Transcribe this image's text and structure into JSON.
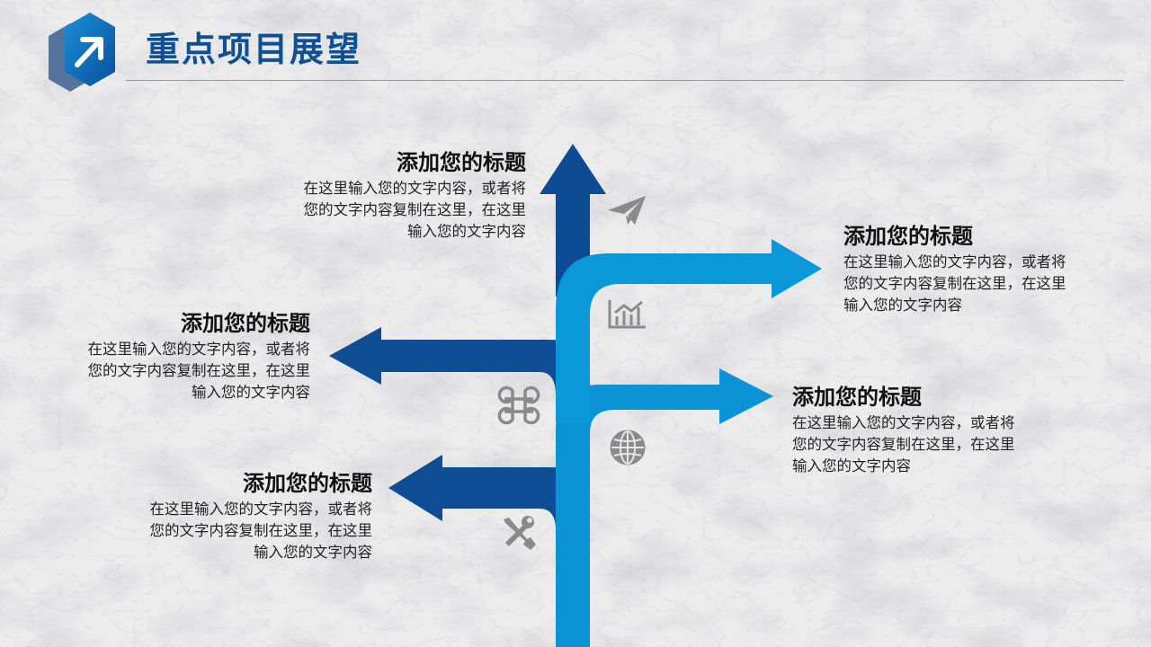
{
  "header": {
    "title": "重点项目展望",
    "badge_icon": "arrow-up-right-icon"
  },
  "colors": {
    "dark_blue": "#114e96",
    "light_blue": "#0a97d6",
    "title_blue": "#0f4f93",
    "icon_gray": "#8a8a8a"
  },
  "items": [
    {
      "title": "添加您的标题",
      "desc_lines": [
        "在这里输入您的文字内容，或者将",
        "您的文字内容复制在这里，在这里",
        "输入您的文字内容"
      ],
      "icon": "paper-plane-icon",
      "branch_color": "dark-blue",
      "direction": "up"
    },
    {
      "title": "添加您的标题",
      "desc_lines": [
        "在这里输入您的文字内容，或者将",
        "您的文字内容复制在这里，在这里",
        "输入您的文字内容"
      ],
      "icon": "bar-chart-icon",
      "branch_color": "light-blue",
      "direction": "right"
    },
    {
      "title": "添加您的标题",
      "desc_lines": [
        "在这里输入您的文字内容，或者将",
        "您的文字内容复制在这里，在这里",
        "输入您的文字内容"
      ],
      "icon": "command-icon",
      "branch_color": "dark-blue",
      "direction": "left"
    },
    {
      "title": "添加您的标题",
      "desc_lines": [
        "在这里输入您的文字内容，或者将",
        "您的文字内容复制在这里，在这里",
        "输入您的文字内容"
      ],
      "icon": "globe-icon",
      "branch_color": "light-blue",
      "direction": "right"
    },
    {
      "title": "添加您的标题",
      "desc_lines": [
        "在这里输入您的文字内容，或者将",
        "您的文字内容复制在这里，在这里",
        "输入您的文字内容"
      ],
      "icon": "tools-icon",
      "branch_color": "dark-blue",
      "direction": "left"
    }
  ]
}
